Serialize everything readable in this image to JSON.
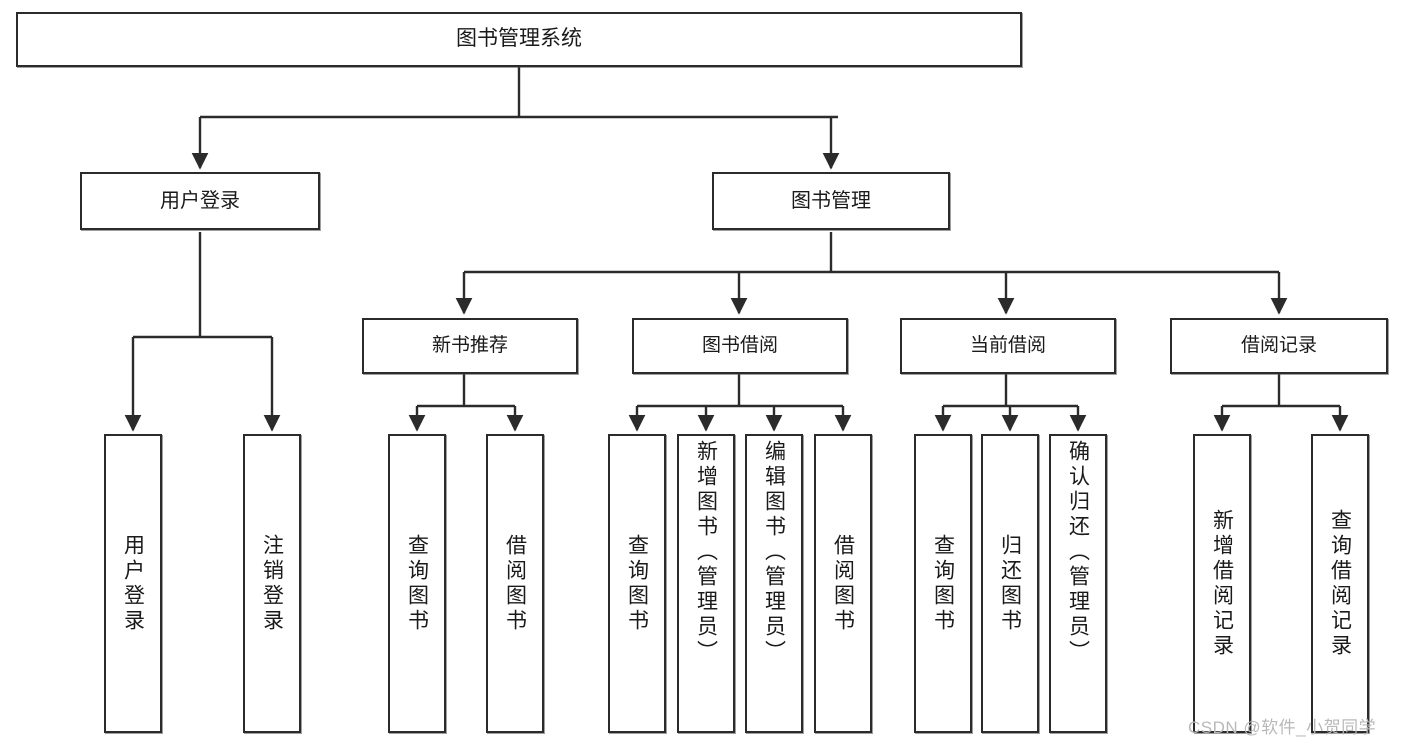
{
  "diagram": {
    "type": "tree-hierarchy",
    "title": "图书管理系统",
    "orientation": "top-down",
    "colors": {
      "box_border": "#2b2b2b",
      "box_fill": "#ffffff",
      "edge": "#2b2b2b",
      "text": "#1a1a1a",
      "watermark": "#b9b9b9"
    },
    "nodes": {
      "root": {
        "label": "图书管理系统"
      },
      "level1": [
        {
          "id": "user-login",
          "label": "用户登录"
        },
        {
          "id": "book-management",
          "label": "图书管理"
        }
      ],
      "level2": [
        {
          "id": "new-book-recommend",
          "label": "新书推荐"
        },
        {
          "id": "book-borrow",
          "label": "图书借阅"
        },
        {
          "id": "current-borrow",
          "label": "当前借阅"
        },
        {
          "id": "borrow-record",
          "label": "借阅记录"
        }
      ],
      "leaves": [
        {
          "id": "leaf-user-login",
          "label": "用户登录",
          "parent": "user-login"
        },
        {
          "id": "leaf-logout",
          "label": "注销登录",
          "parent": "user-login"
        },
        {
          "id": "leaf-query-book-1",
          "label": "查询图书",
          "parent": "new-book-recommend"
        },
        {
          "id": "leaf-borrow-book-1",
          "label": "借阅图书",
          "parent": "new-book-recommend"
        },
        {
          "id": "leaf-query-book-2",
          "label": "查询图书",
          "parent": "book-borrow"
        },
        {
          "id": "leaf-add-book",
          "label": "新增图书（管理员）",
          "parent": "book-borrow"
        },
        {
          "id": "leaf-edit-book",
          "label": "编辑图书（管理员）",
          "parent": "book-borrow"
        },
        {
          "id": "leaf-borrow-book-2",
          "label": "借阅图书",
          "parent": "book-borrow"
        },
        {
          "id": "leaf-query-book-3",
          "label": "查询图书",
          "parent": "current-borrow"
        },
        {
          "id": "leaf-return-book",
          "label": "归还图书",
          "parent": "current-borrow"
        },
        {
          "id": "leaf-confirm-return",
          "label": "确认归还（管理员）",
          "parent": "current-borrow"
        },
        {
          "id": "leaf-add-record",
          "label": "新增借阅记录",
          "parent": "borrow-record"
        },
        {
          "id": "leaf-query-record",
          "label": "查询借阅记录",
          "parent": "borrow-record"
        }
      ]
    }
  },
  "watermark": {
    "text": "CSDN @软件_小贺同学"
  }
}
